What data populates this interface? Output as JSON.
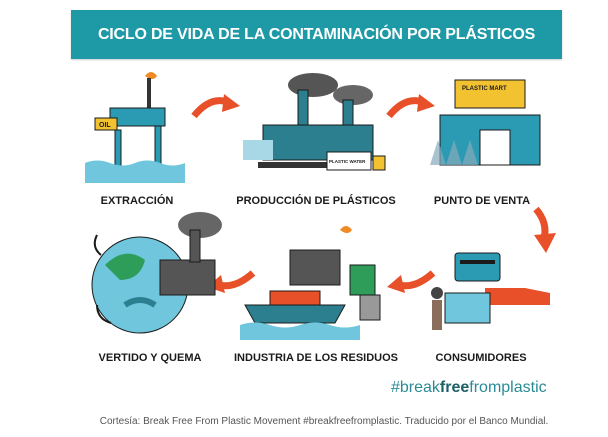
{
  "title": "CICLO DE VIDA DE LA CONTAMINACIÓN POR PLÁSTICOS",
  "stages": [
    {
      "label": "EXTRACCIÓN",
      "icon": "oil-rig-icon",
      "sign": "OIL"
    },
    {
      "label": "PRODUCCIÓN DE PLÁSTICOS",
      "icon": "factory-icon",
      "sign": "PLASTIC WATER"
    },
    {
      "label": "PUNTO DE VENTA",
      "icon": "store-icon",
      "sign": "PLASTIC MART"
    },
    {
      "label": "CONSUMIDORES",
      "icon": "shopping-icon"
    },
    {
      "label": "INDUSTRIA DE LOS RESIDUOS",
      "icon": "waste-ship-icon"
    },
    {
      "label": "VERTIDO Y QUEMA",
      "icon": "globe-pollution-icon"
    }
  ],
  "hashtag": {
    "pre": "#break",
    "bold": "free",
    "post": "fromplastic"
  },
  "caption": "Cortesía: Break Free From Plastic Movement #breakfreefromplastic. Traducido por el Banco Mundial.",
  "colors": {
    "banner": "#1e9aa6",
    "arrow": "#e8502a"
  }
}
